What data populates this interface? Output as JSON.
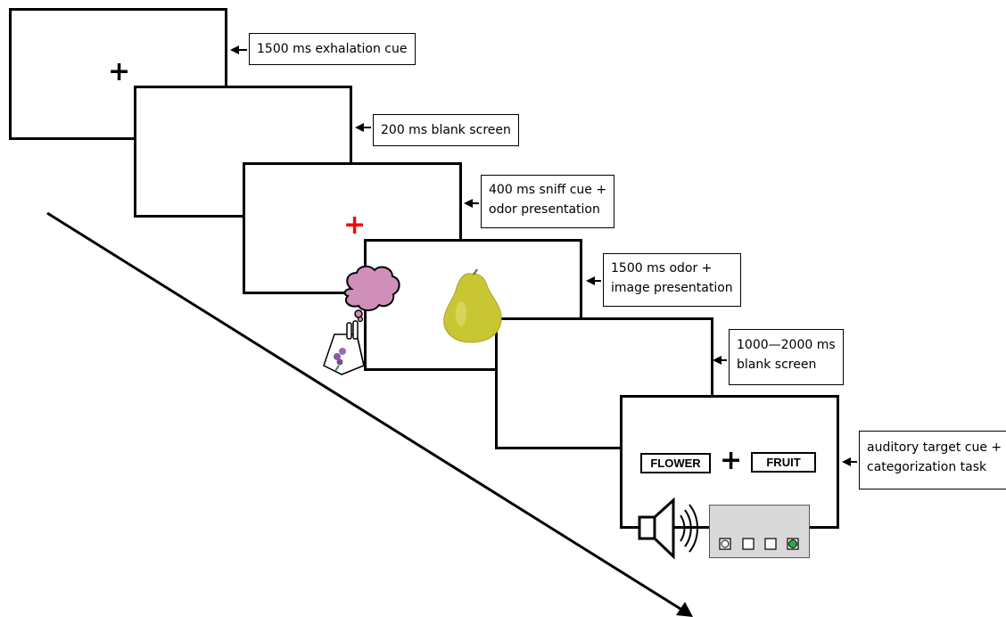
{
  "timeline": {
    "steps": [
      {
        "id": "exhalation",
        "lines": [
          "1500 ms exhalation cue"
        ]
      },
      {
        "id": "blank1",
        "lines": [
          "200 ms blank screen"
        ]
      },
      {
        "id": "sniff",
        "lines": [
          "400 ms sniff cue +",
          "odor presentation"
        ]
      },
      {
        "id": "image",
        "lines": [
          "1500 ms odor +",
          "image presentation"
        ]
      },
      {
        "id": "blank2",
        "lines": [
          "1000—2000 ms",
          "blank screen"
        ]
      },
      {
        "id": "target",
        "lines": [
          "auditory target cue +",
          "categorization task"
        ]
      }
    ]
  },
  "screens": {
    "exhalation_cross": "+",
    "sniff_cross": "+",
    "task_cross": "+",
    "category_left": "FLOWER",
    "category_right": "FRUIT"
  },
  "colors": {
    "sniff_cross": "#ff0000",
    "cloud": "#cf8fb8",
    "pear": "#c9c634",
    "button_box": "#d9d9d9",
    "active_button": "#2eaa3c"
  }
}
